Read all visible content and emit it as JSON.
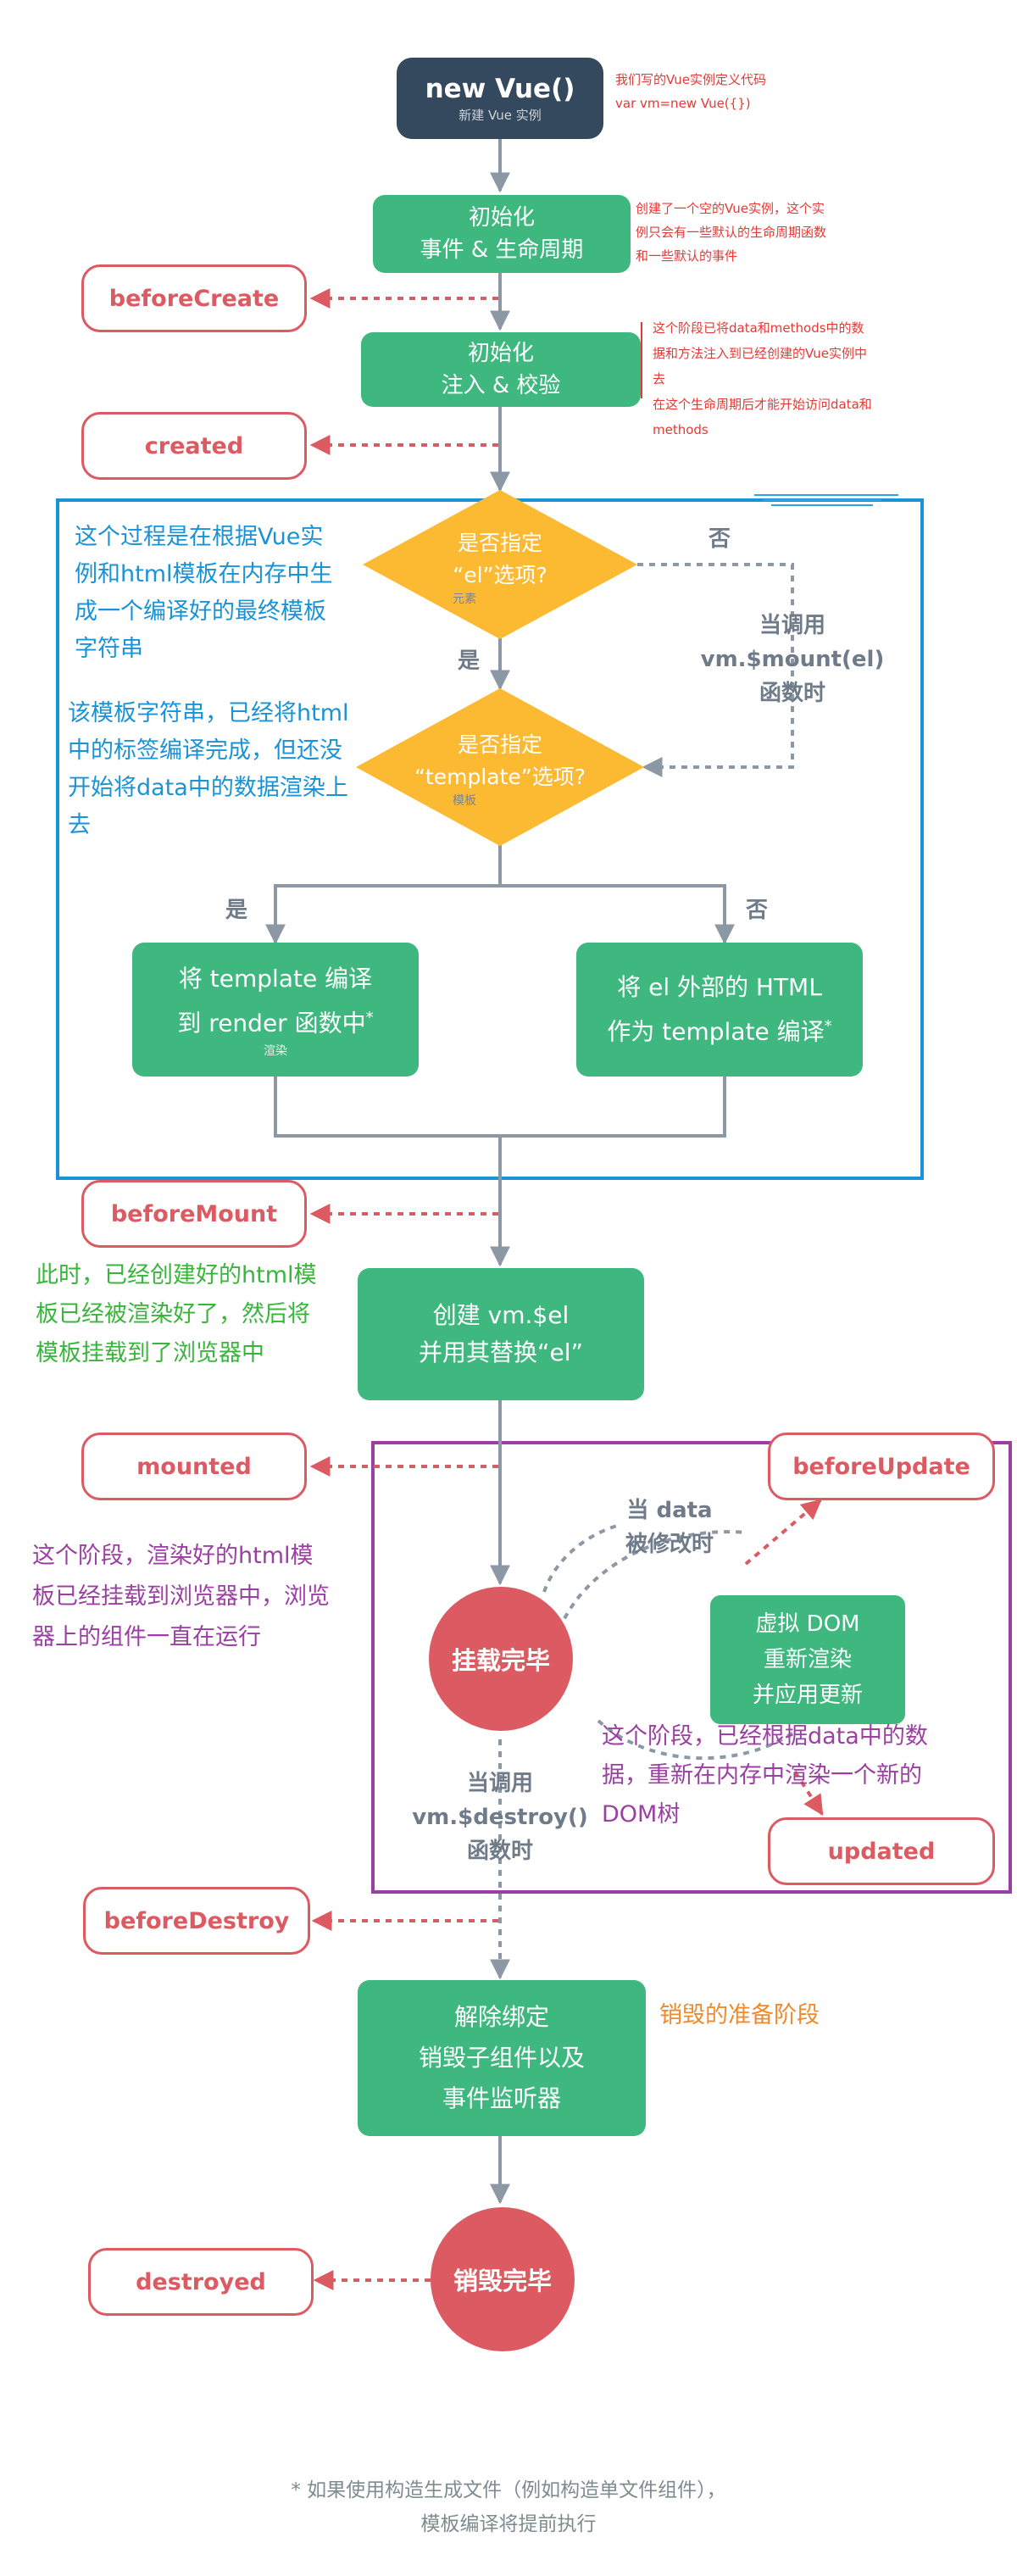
{
  "new_vue": {
    "title": "new Vue()",
    "subtitle": "新建 Vue 实例"
  },
  "new_vue_note": [
    "我们写的Vue实例定义代码",
    "var vm=new Vue({})"
  ],
  "init_events": [
    "初始化",
    "事件 & 生命周期"
  ],
  "init_events_note": [
    "创建了一个空的Vue实例，这个实",
    "例只会有一些默认的生命周期函数",
    "和一些默认的事件"
  ],
  "before_create": "beforeCreate",
  "init_inject": [
    "初始化",
    "注入 & 校验"
  ],
  "init_inject_note": [
    "这个阶段已将data和methods中的数",
    "据和方法注入到已经创建的Vue实例中",
    "去",
    "在这个生命周期后才能开始访问data和",
    "methods"
  ],
  "created": "created",
  "decision_el": {
    "line1": "是否指定",
    "line2": "“el”选项?",
    "sub": "元素"
  },
  "decision_template": {
    "line1": "是否指定",
    "line2": "“template”选项?",
    "sub": "模板"
  },
  "labels": {
    "no_el": "否",
    "yes_el": "是",
    "yes_template": "是",
    "no_template": "否"
  },
  "mount_call": [
    "当调用",
    "vm.$mount(el)",
    "函数时"
  ],
  "compile_note_1": [
    "这个过程是在根据Vue实",
    "例和html模板在内存中生",
    "成一个编译好的最终模板",
    "字符串"
  ],
  "compile_note_2": [
    "该模板字符串，已经将html",
    "中的标签编译完成，但还没",
    "开始将data中的数据渲染上",
    "去"
  ],
  "render_box": {
    "line1": "将 template 编译",
    "line2": "到 render 函数中",
    "star": "*",
    "sub": "渲染"
  },
  "outer_html_box": {
    "line1": "将 el 外部的 HTML",
    "line2": "作为 template 编译",
    "star": "*"
  },
  "before_mount": "beforeMount",
  "mount_note": [
    "此时，已经创建好的html模",
    "板已经被渲染好了，然后将",
    "模板挂载到了浏览器中"
  ],
  "create_el": [
    "创建 vm.$el",
    "并用其替换“el”"
  ],
  "mounted": "mounted",
  "running_note": [
    "这个阶段，渲染好的html模",
    "板已经挂载到浏览器中，浏览",
    "器上的组件一直在运行"
  ],
  "before_update": "beforeUpdate",
  "data_change": [
    "当 data",
    "被修改时"
  ],
  "vdom": [
    "虚拟 DOM",
    "重新渲染",
    "并应用更新"
  ],
  "mounted_circle": "挂载完毕",
  "update_note": [
    "这个阶段，已经根据data中的数",
    "据，重新在内存中渲染一个新的",
    "DOM树"
  ],
  "updated": "updated",
  "destroy_call": [
    "当调用",
    "vm.$destroy()",
    "函数时"
  ],
  "before_destroy": "beforeDestroy",
  "teardown": [
    "解除绑定",
    "销毁子组件以及",
    "事件监听器"
  ],
  "destroy_note": "销毁的准备阶段",
  "destroyed": "destroyed",
  "destroyed_circle": "销毁完毕",
  "footnote": [
    "* 如果使用构造生成文件（例如构造单文件组件），",
    "模板编译将提前执行"
  ],
  "colors": {
    "green": "#3fb880",
    "dark": "#34495e",
    "hook_red": "#dc5a62",
    "decision": "#fcb932",
    "blue_frame": "#1a93d6",
    "purple_frame": "#9c3fa3",
    "connector": "#8c98a4"
  }
}
